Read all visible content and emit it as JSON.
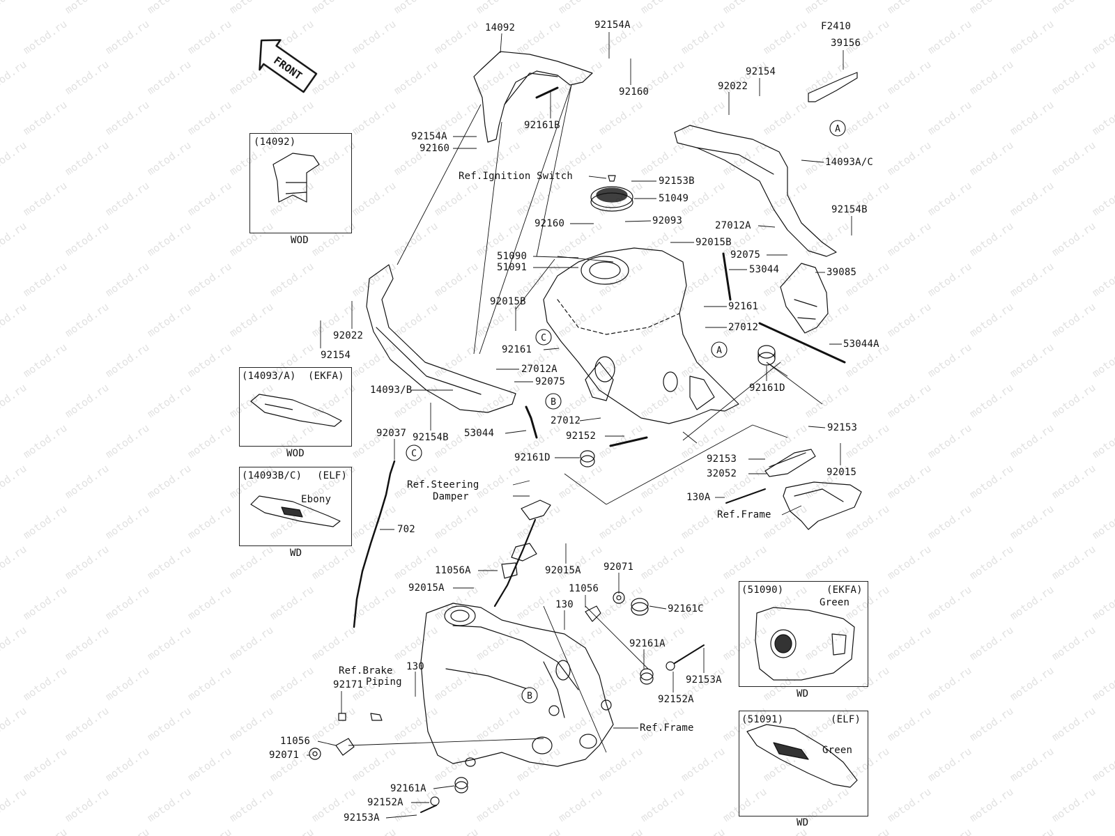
{
  "diagram_code": "F2410",
  "front_arrow": "FRONT",
  "watermark": "motod.ru",
  "part_labels": [
    {
      "id": "l1",
      "text": "14092"
    },
    {
      "id": "l2",
      "text": "92154A"
    },
    {
      "id": "l3",
      "text": "92160"
    },
    {
      "id": "l4",
      "text": "92161B"
    },
    {
      "id": "l5",
      "text": "92154A"
    },
    {
      "id": "l6",
      "text": "92160"
    },
    {
      "id": "l7",
      "text": "Ref.Ignition Switch"
    },
    {
      "id": "l8",
      "text": "92153B"
    },
    {
      "id": "l9",
      "text": "51049"
    },
    {
      "id": "l10",
      "text": "92093"
    },
    {
      "id": "l11",
      "text": "92160"
    },
    {
      "id": "l12",
      "text": "92015B"
    },
    {
      "id": "l13",
      "text": "51090"
    },
    {
      "id": "l14",
      "text": "51091"
    },
    {
      "id": "l15",
      "text": "92015B"
    },
    {
      "id": "l16",
      "text": "92161"
    },
    {
      "id": "l17",
      "text": "92161"
    },
    {
      "id": "l18",
      "text": "27012"
    },
    {
      "id": "l19",
      "text": "53044A"
    },
    {
      "id": "l20",
      "text": "92161D"
    },
    {
      "id": "l21",
      "text": "39156"
    },
    {
      "id": "l22",
      "text": "92154"
    },
    {
      "id": "l23",
      "text": "92022"
    },
    {
      "id": "l24",
      "text": "14093A/C"
    },
    {
      "id": "l25",
      "text": "92154B"
    },
    {
      "id": "l26",
      "text": "27012A"
    },
    {
      "id": "l27",
      "text": "92075"
    },
    {
      "id": "l28",
      "text": "53044"
    },
    {
      "id": "l29",
      "text": "39085"
    },
    {
      "id": "l30",
      "text": "92154"
    },
    {
      "id": "l31",
      "text": "92022"
    },
    {
      "id": "l32",
      "text": "27012A"
    },
    {
      "id": "l33",
      "text": "92075"
    },
    {
      "id": "l34",
      "text": "14093/B"
    },
    {
      "id": "l35",
      "text": "92154B"
    },
    {
      "id": "l36",
      "text": "53044"
    },
    {
      "id": "l37",
      "text": "27012"
    },
    {
      "id": "l38",
      "text": "92152"
    },
    {
      "id": "l39",
      "text": "92161D"
    },
    {
      "id": "l40",
      "text": "92037"
    },
    {
      "id": "l41",
      "text": "702"
    },
    {
      "id": "l42",
      "text": "Ref.Steering"
    },
    {
      "id": "l43",
      "text": "Damper"
    },
    {
      "id": "l44",
      "text": "92153"
    },
    {
      "id": "l45",
      "text": "92153"
    },
    {
      "id": "l46",
      "text": "32052"
    },
    {
      "id": "l47",
      "text": "92015"
    },
    {
      "id": "l48",
      "text": "130A"
    },
    {
      "id": "l49",
      "text": "Ref.Frame"
    },
    {
      "id": "l50",
      "text": "11056A"
    },
    {
      "id": "l51",
      "text": "92015A"
    },
    {
      "id": "l52",
      "text": "92015A"
    },
    {
      "id": "l53",
      "text": "92071"
    },
    {
      "id": "l54",
      "text": "11056"
    },
    {
      "id": "l55",
      "text": "130"
    },
    {
      "id": "l56",
      "text": "92161C"
    },
    {
      "id": "l57",
      "text": "92161A"
    },
    {
      "id": "l58",
      "text": "92153A"
    },
    {
      "id": "l59",
      "text": "92152A"
    },
    {
      "id": "l60",
      "text": "Ref.Frame"
    },
    {
      "id": "l61",
      "text": "Ref.Brake"
    },
    {
      "id": "l62",
      "text": "Piping"
    },
    {
      "id": "l63",
      "text": "130"
    },
    {
      "id": "l64",
      "text": "92171"
    },
    {
      "id": "l65",
      "text": "11056"
    },
    {
      "id": "l66",
      "text": "92071"
    },
    {
      "id": "l67",
      "text": "92161A"
    },
    {
      "id": "l68",
      "text": "92152A"
    },
    {
      "id": "l69",
      "text": "92153A"
    }
  ],
  "ref_circles": [
    {
      "id": "c1",
      "text": "A"
    },
    {
      "id": "c2",
      "text": "A"
    },
    {
      "id": "c3",
      "text": "B"
    },
    {
      "id": "c4",
      "text": "B"
    },
    {
      "id": "c5",
      "text": "C"
    },
    {
      "id": "c6",
      "text": "C"
    }
  ],
  "insets": [
    {
      "id": "i1",
      "title": "(14092)",
      "tag": "",
      "note": "",
      "caption": "WOD"
    },
    {
      "id": "i2",
      "title": "(14093/A)",
      "tag": "(EKFA)",
      "note": "",
      "caption": "WOD"
    },
    {
      "id": "i3",
      "title": "(14093B/C)",
      "tag": "(ELF)",
      "note": "Ebony",
      "caption": "WD"
    },
    {
      "id": "i4",
      "title": "(51090)",
      "tag": "(EKFA)",
      "note": "Green",
      "caption": "WD"
    },
    {
      "id": "i5",
      "title": "(51091)",
      "tag": "(ELF)",
      "note": "Green",
      "caption": "WD"
    }
  ]
}
